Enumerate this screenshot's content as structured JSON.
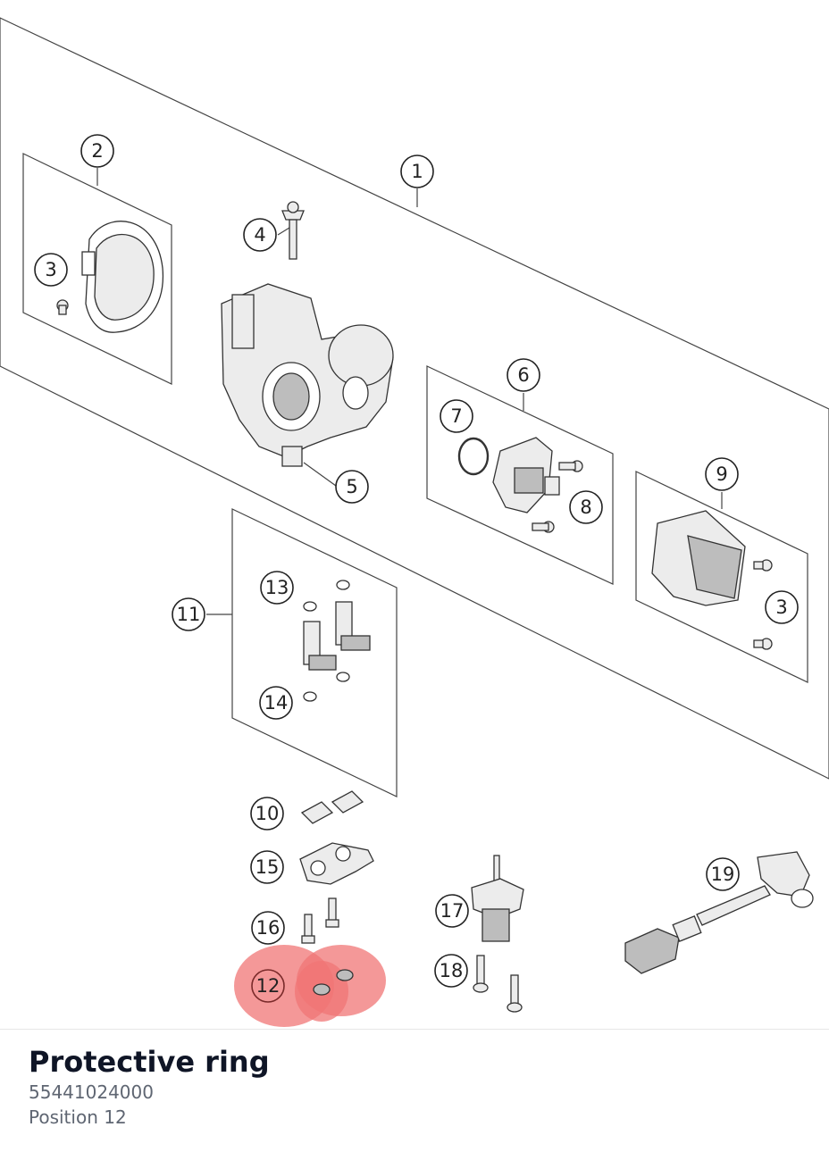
{
  "diagram": {
    "callouts": [
      "1",
      "2",
      "3",
      "4",
      "5",
      "6",
      "7",
      "8",
      "9",
      "3",
      "11",
      "13",
      "14",
      "10",
      "15",
      "16",
      "12",
      "17",
      "18",
      "19"
    ],
    "highlight_color": "#f07676"
  },
  "part": {
    "name": "Protective ring",
    "number": "55441024000",
    "position": "Position 12"
  }
}
